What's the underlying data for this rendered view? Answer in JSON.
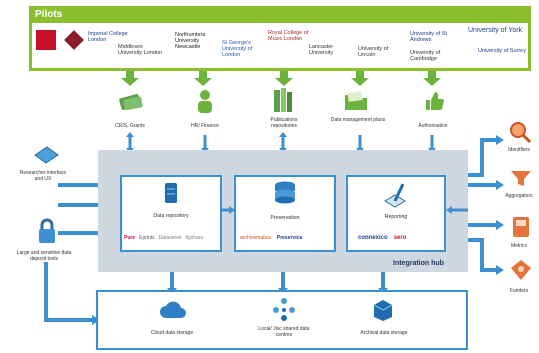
{
  "pilots": {
    "title": "Pilots",
    "logos": [
      "Imperial College London",
      "Middlesex University London",
      "Northumbria University Newcastle",
      "St George's University of London",
      "Royal College of Music London",
      "Lancaster University",
      "University of Lincoln",
      "University of St Andrews",
      "University of Cambridge",
      "University of York",
      "University of Surrey"
    ]
  },
  "systems": {
    "cris": "CRIS, Grants",
    "hr": "HR/ Finance",
    "publications": "Publications repositories",
    "dmp": "Data management plans",
    "auth": "Authorisation"
  },
  "left": {
    "researcher": "Researcher interface and UX",
    "deposit": "Large and sensitive data deposit tools"
  },
  "hub": {
    "label": "Integration hub",
    "repository": "Data repository",
    "preservation": "Preservation",
    "reporting": "Reporting",
    "repo_vendors": [
      "Pure",
      "Eprints",
      "Dataverse",
      "figshare"
    ],
    "pres_vendors": [
      "archivematica",
      "Preservica"
    ],
    "report_vendors": [
      "connexico",
      "sero"
    ]
  },
  "right": {
    "identifiers": "Identifiers",
    "aggregators": "Aggregators",
    "metrics": "Metrics",
    "funders": "Funders"
  },
  "storage": {
    "cloud": "Cloud data storage",
    "local": "Local/ Jisc shared data centres",
    "archival": "Archival data storage"
  },
  "colors": {
    "green": "#8cbf2f",
    "blue": "#3c8fd1",
    "hub": "#cfd8e0",
    "orange": "#e5743a"
  }
}
